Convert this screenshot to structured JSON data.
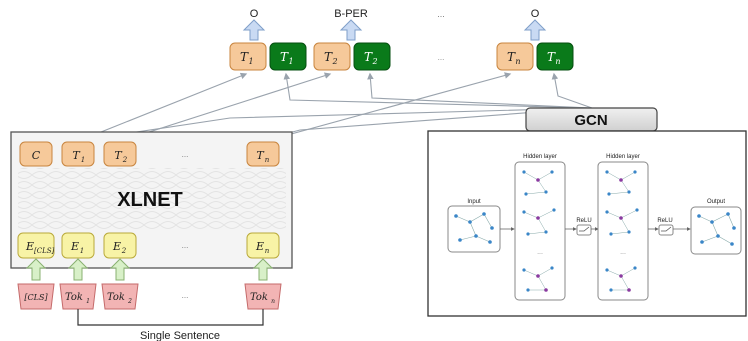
{
  "outputs": {
    "labels": [
      "O",
      "B-PER",
      "...",
      "O"
    ]
  },
  "output_tokens": {
    "pairs": [
      {
        "orange": "T1",
        "green": "T1",
        "sub": "1"
      },
      {
        "orange": "T2",
        "green": "T2",
        "sub": "2"
      },
      {
        "orange": "Tn",
        "green": "Tn",
        "sub": "n"
      }
    ],
    "ellipsis": "..."
  },
  "gcn": {
    "label": "GCN"
  },
  "xlnet": {
    "label": "XLNET",
    "top_row": [
      "C",
      "T1",
      "T2",
      "...",
      "Tn"
    ],
    "bottom_row": [
      "E[CLS]",
      "E1",
      "E2",
      "...",
      "En"
    ]
  },
  "inputs": {
    "tokens": [
      "[CLS]",
      "Tok1",
      "Tok2",
      "...",
      "Tokn"
    ],
    "sentence_label": "Single Sentence"
  },
  "gcn_panel": {
    "input_label": "Input",
    "hidden1_label": "Hidden layer",
    "hidden2_label": "Hidden layer",
    "relu1": "ReLU",
    "relu2": "ReLU",
    "output_label": "Output",
    "dots": "..."
  },
  "colors": {
    "orange_fill": "#f6c99a",
    "orange_stroke": "#c8853f",
    "green_fill": "#0a7a1a",
    "yellow_fill": "#f8f3a6",
    "yellow_stroke": "#b9a93a",
    "pink_fill": "#f2b4b4",
    "pink_stroke": "#c46a6a",
    "blue_arrow": "#c9daf3",
    "green_arrow": "#d8f0c8",
    "node_blue": "#3a86c8",
    "node_purple": "#8a3aa0"
  }
}
